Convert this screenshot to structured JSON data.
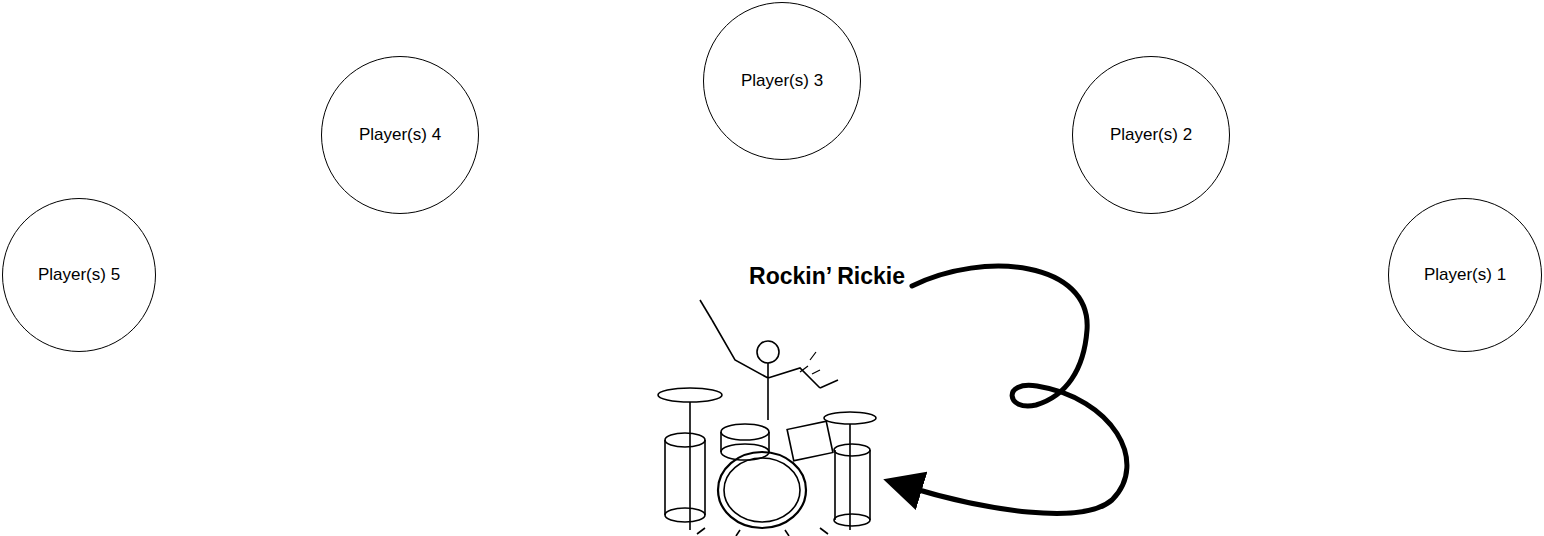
{
  "diagram": {
    "nodes": [
      {
        "text": [
          "Player(s) 3"
        ]
      },
      {
        "text": [
          "Player(s) 4"
        ]
      },
      {
        "text": [
          "Player(s) 2"
        ]
      },
      {
        "text": [
          "Player(s) 5"
        ]
      },
      {
        "text": [
          "Player(s) 1"
        ]
      }
    ],
    "labels": [
      "Rockin’ Rickie"
    ]
  }
}
